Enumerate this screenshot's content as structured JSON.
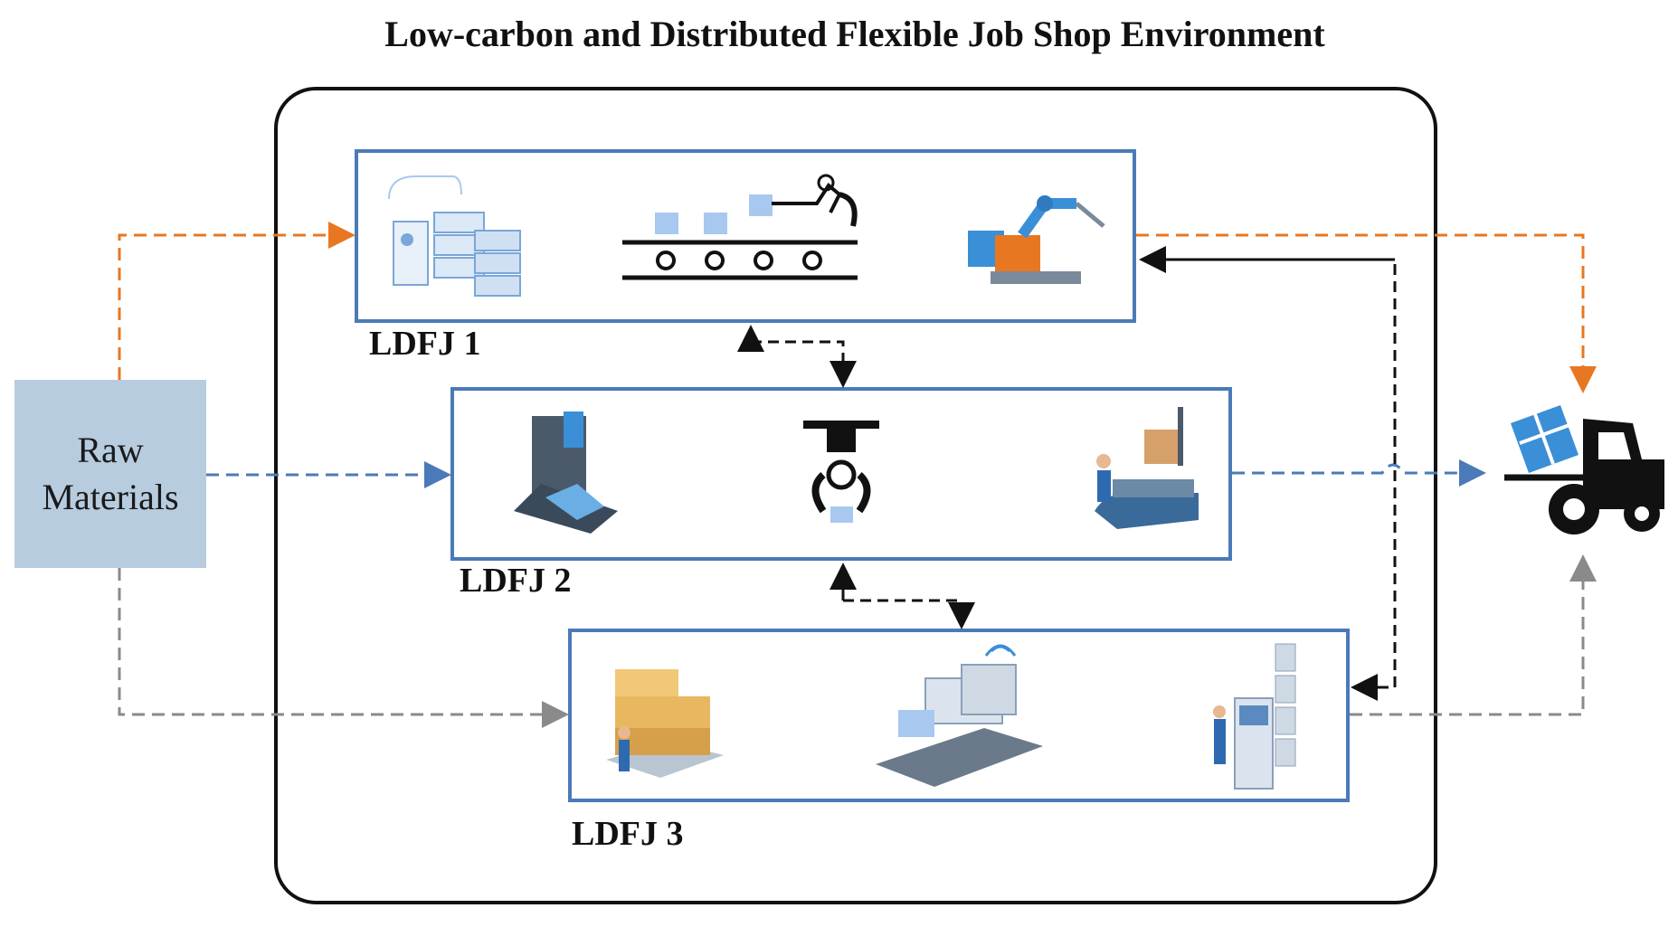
{
  "title": "Low-carbon and Distributed Flexible Job Shop Environment",
  "raw_materials": {
    "label_line1": "Raw",
    "label_line2": "Materials"
  },
  "shops": [
    {
      "label": "LDFJ 1",
      "icons": [
        "server-rack-workstation-icon",
        "conveyor-robot-arm-icon",
        "industrial-robot-arm-icon"
      ]
    },
    {
      "label": "LDFJ 2",
      "icons": [
        "cnc-machine-icon",
        "gripper-icon",
        "assembly-line-worker-icon"
      ]
    },
    {
      "label": "LDFJ 3",
      "icons": [
        "warehouse-boxes-icon",
        "automated-conveyor-icon",
        "control-panel-worker-icon"
      ]
    }
  ],
  "output": {
    "icon": "forklift-icon"
  },
  "colors": {
    "shop_border": "#4a7ab8",
    "raw_fill": "#b8cce0",
    "route_orange": "#e87722",
    "route_blue": "#4a7ab8",
    "route_gray": "#8a8a8a",
    "route_black": "#111111",
    "icon_light_blue": "#a8c8f0",
    "icon_orange": "#e87722"
  }
}
